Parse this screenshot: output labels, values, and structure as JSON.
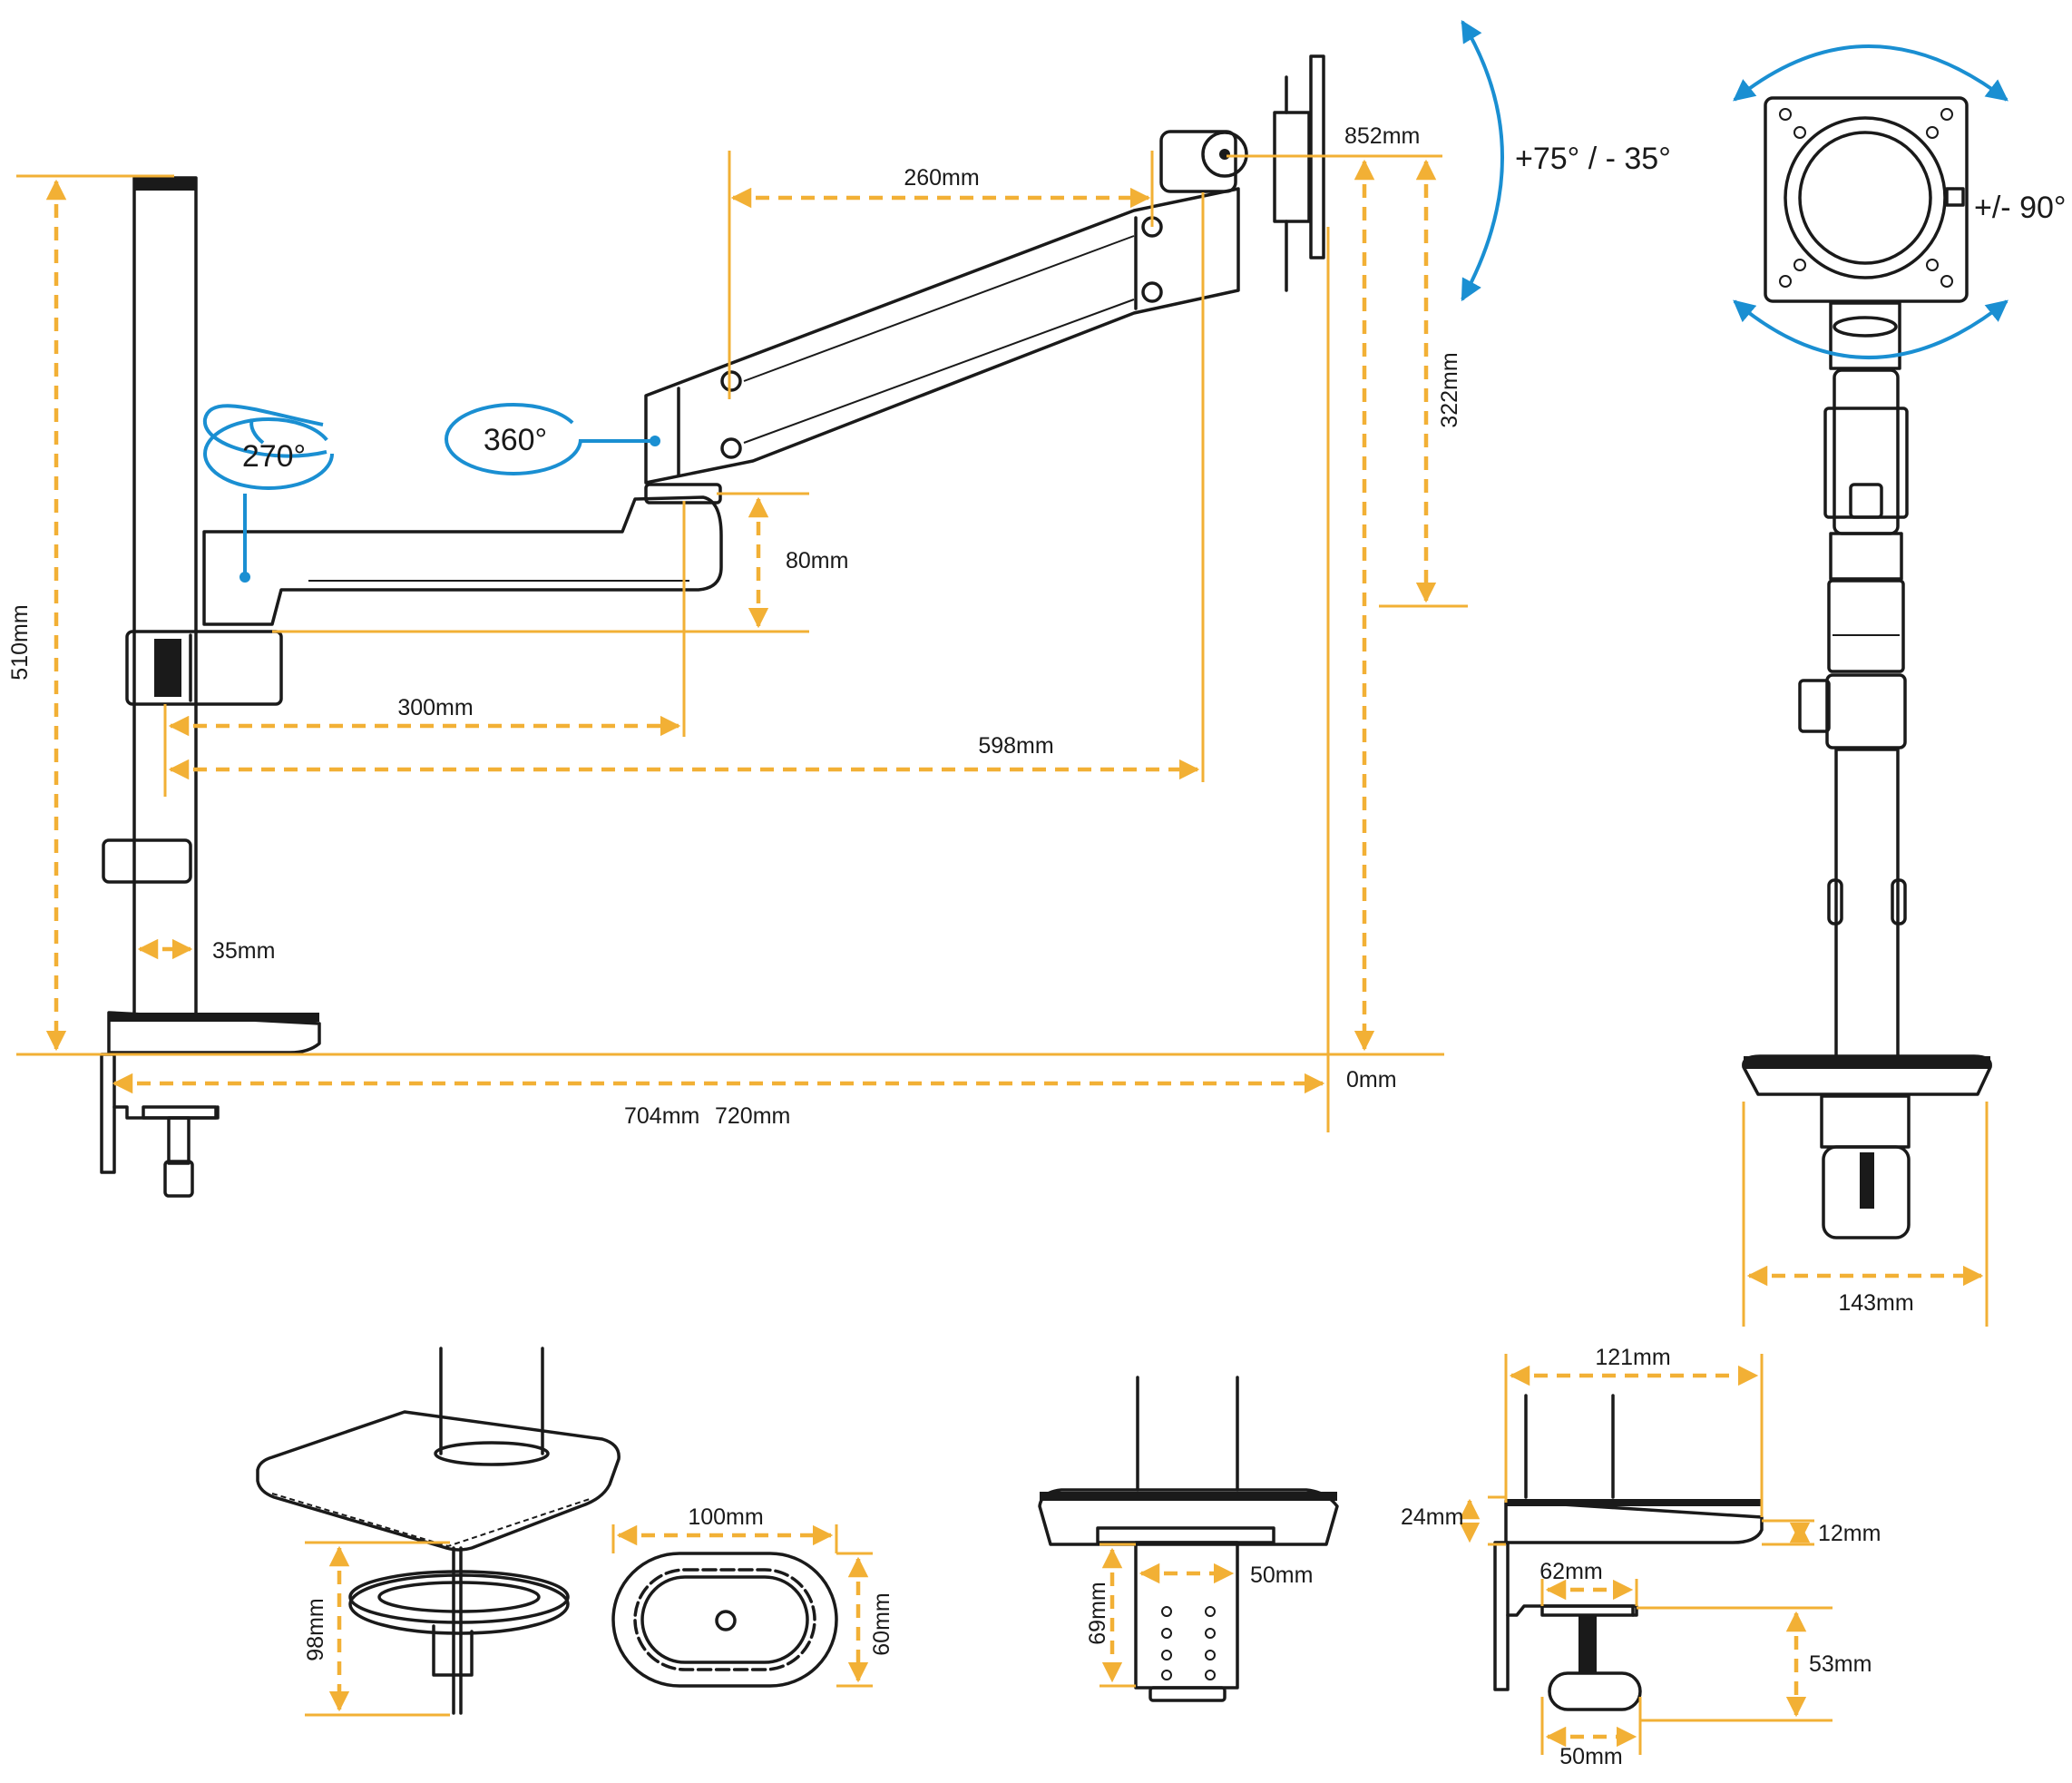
{
  "dimensions": {
    "overall_height": "510mm",
    "arm_depth": "852mm",
    "upper_arm_length": "260mm",
    "vertical_range": "322mm",
    "lower_arm_height": "80mm",
    "lower_arm_length": "300mm",
    "reach_to_vesa": "598mm",
    "pole_diameter": "35mm",
    "max_reach_a": "704mm",
    "max_reach_b": "720mm",
    "zero_reference": "0mm",
    "base_width_front": "143mm",
    "clamp_height": "98mm",
    "grommet_length": "100mm",
    "grommet_width": "60mm",
    "grommet_post_height": "69mm",
    "grommet_post_width": "50mm",
    "base_depth": "121mm",
    "base_height_rear": "24mm",
    "base_height_front": "12mm",
    "clamp_plate_width": "62mm",
    "clamp_opening": "53mm",
    "clamp_knob_width": "50mm"
  },
  "rotations": {
    "pole_swivel": "270°",
    "arm_swivel": "360°",
    "tilt": "+75° / - 35°",
    "rotation": "+/- 90°"
  },
  "colors": {
    "dimension_lines": "#f2b035",
    "rotation_callouts": "#1a8fd2",
    "outline": "#1a1a1a"
  }
}
